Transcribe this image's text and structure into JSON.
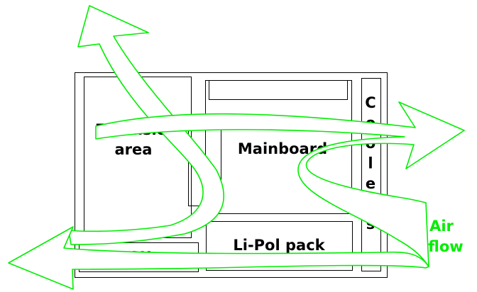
{
  "diagram": {
    "extension_area": {
      "line1": "Extension",
      "line2": "area"
    },
    "mainboard": "Mainboard",
    "coolers": "Coolers",
    "psu": "PSU",
    "battery": "Li-Pol pack",
    "air_flow": {
      "line1": "Air",
      "line2": "flow"
    }
  },
  "colors": {
    "outline": "#000000",
    "air_flow": "#00ee00",
    "background": "#ffffff"
  }
}
